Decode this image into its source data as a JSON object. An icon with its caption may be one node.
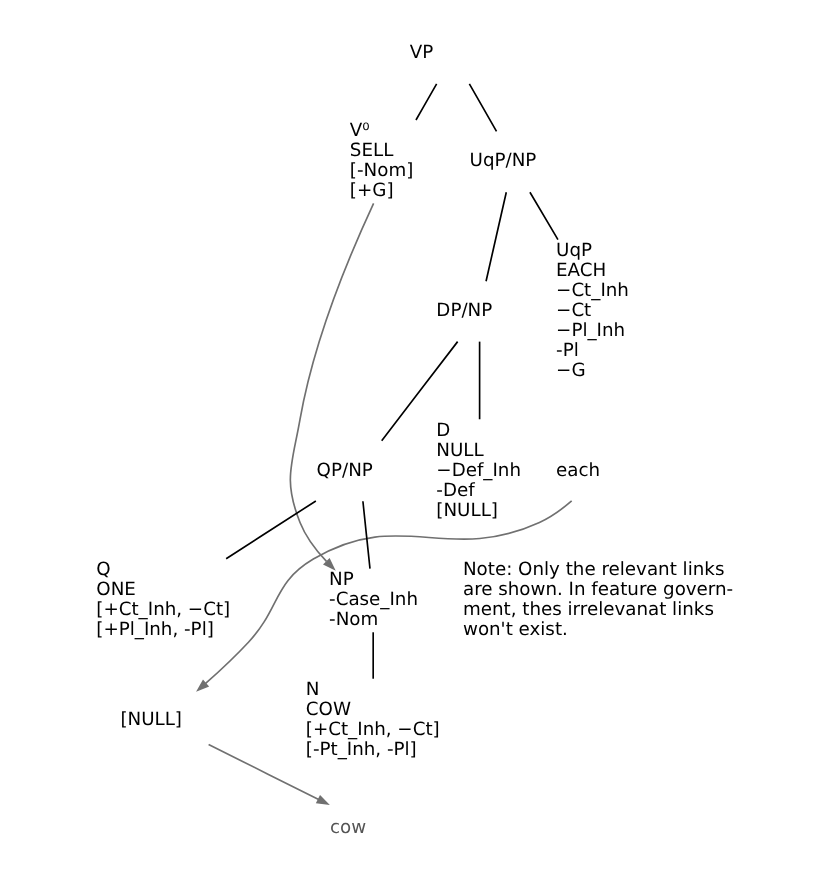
{
  "diagram": {
    "nodes": [
      {
        "text": [
          "VP"
        ]
      },
      {
        "text": [
          "V⁰",
          "SELL",
          "[-Nom]",
          "[+G]"
        ]
      },
      {
        "text": [
          "UqP/NP"
        ]
      },
      {
        "text": [
          "UqP",
          "EACH",
          "−Ct_Inh",
          "−Ct",
          "−Pl_Inh",
          "-Pl",
          "−G"
        ]
      },
      {
        "text": [
          "each"
        ]
      },
      {
        "text": [
          "DP/NP"
        ]
      },
      {
        "text": [
          "D",
          "NULL",
          "−Def_Inh",
          "-Def",
          "[NULL]"
        ]
      },
      {
        "text": [
          "QP/NP"
        ]
      },
      {
        "text": [
          "Q",
          "ONE",
          "[+Ct_Inh, −Ct]",
          "[+Pl_Inh, -Pl]"
        ]
      },
      {
        "text": [
          "[NULL]"
        ]
      },
      {
        "text": [
          "NP",
          "-Case_Inh",
          "-Nom"
        ]
      },
      {
        "text": [
          "N",
          "COW",
          "[+Ct_Inh, −Ct]",
          "[-Pt_Inh, -Pl]"
        ]
      },
      {
        "text": [
          "cow"
        ]
      }
    ],
    "edges": [
      {
        "from": 0,
        "to": 1,
        "arrow": "none"
      },
      {
        "from": 0,
        "to": 2,
        "arrow": "none"
      },
      {
        "from": 2,
        "to": 3,
        "arrow": "none"
      },
      {
        "from": 2,
        "to": 5,
        "arrow": "none"
      },
      {
        "from": 5,
        "to": 6,
        "arrow": "none"
      },
      {
        "from": 5,
        "to": 7,
        "arrow": "none"
      },
      {
        "from": 7,
        "to": 8,
        "arrow": "none"
      },
      {
        "from": 7,
        "to": 10,
        "arrow": "none"
      },
      {
        "from": 10,
        "to": 11,
        "arrow": "none"
      },
      {
        "from": 1,
        "to": 10,
        "arrow": "to",
        "color": "#707070"
      },
      {
        "from": 4,
        "to": 9,
        "arrow": "to",
        "color": "#707070"
      },
      {
        "from": 9,
        "to": 12,
        "arrow": "to",
        "color": "#707070"
      }
    ],
    "labels": [
      "Note: Only the relevant links are shown. In feature govern- ment, thes irrelevanat links won't exist."
    ]
  }
}
